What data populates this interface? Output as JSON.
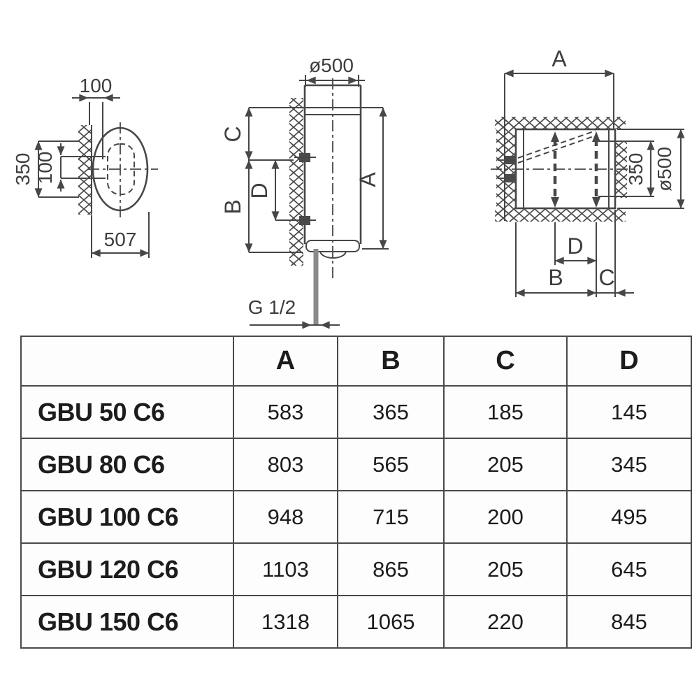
{
  "front_view": {
    "dim_top": "100",
    "dim_left_outer": "350",
    "dim_left_inner": "100",
    "dim_bottom": "507"
  },
  "side_view": {
    "dim_diameter": "ø500",
    "dim_c": "C",
    "dim_d": "D",
    "dim_b": "B",
    "dim_a": "A",
    "connection": "G 1/2"
  },
  "top_view": {
    "dim_a": "A",
    "dim_spacing": "350",
    "dim_diameter": "ø500",
    "dim_d": "D",
    "dim_b": "B",
    "dim_c": "C"
  },
  "table": {
    "col_headers": [
      "A",
      "B",
      "C",
      "D"
    ],
    "rows": [
      {
        "model": "GBU 50 C6",
        "a": "583",
        "b": "365",
        "c": "185",
        "d": "145"
      },
      {
        "model": "GBU 80 C6",
        "a": "803",
        "b": "565",
        "c": "205",
        "d": "345"
      },
      {
        "model": "GBU 100 C6",
        "a": "948",
        "b": "715",
        "c": "200",
        "d": "495"
      },
      {
        "model": "GBU 120 C6",
        "a": "1103",
        "b": "865",
        "c": "205",
        "d": "645"
      },
      {
        "model": "GBU 150 C6",
        "a": "1318",
        "b": "1065",
        "c": "220",
        "d": "845"
      }
    ]
  },
  "colors": {
    "line": "#474747",
    "label": "#3d3d3d",
    "table_border": "#4a4a4a",
    "text": "#1c1c1c"
  }
}
